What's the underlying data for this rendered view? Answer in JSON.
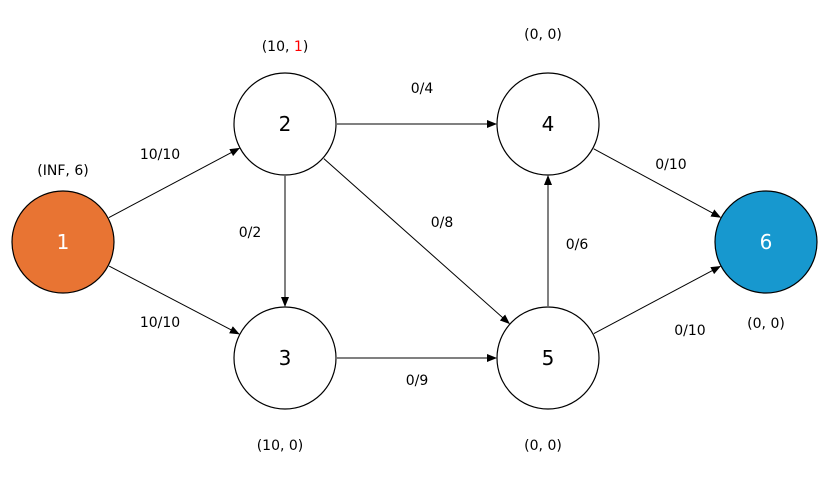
{
  "colors": {
    "source_fill": "#E87433",
    "sink_fill": "#1798CF",
    "default_fill": "#FFFFFF",
    "highlight_text": "#FF0000",
    "line": "#000000"
  },
  "nodes": [
    {
      "id": "1",
      "label": "1",
      "role": "source",
      "tag_parts": [
        "(INF, 6)"
      ]
    },
    {
      "id": "2",
      "label": "2",
      "role": "normal",
      "tag_parts": [
        "(10, ",
        "1",
        ")"
      ],
      "highlight_index": 1
    },
    {
      "id": "3",
      "label": "3",
      "role": "normal",
      "tag_parts": [
        "(10, 0)"
      ]
    },
    {
      "id": "4",
      "label": "4",
      "role": "normal",
      "tag_parts": [
        "(0, 0)"
      ]
    },
    {
      "id": "5",
      "label": "5",
      "role": "normal",
      "tag_parts": [
        "(0, 0)"
      ]
    },
    {
      "id": "6",
      "label": "6",
      "role": "sink",
      "tag_parts": [
        "(0, 0)"
      ]
    }
  ],
  "edges": [
    {
      "from": "1",
      "to": "2",
      "label": "10/10"
    },
    {
      "from": "1",
      "to": "3",
      "label": "10/10"
    },
    {
      "from": "2",
      "to": "3",
      "label": "0/2"
    },
    {
      "from": "2",
      "to": "4",
      "label": "0/4"
    },
    {
      "from": "2",
      "to": "5",
      "label": "0/8"
    },
    {
      "from": "3",
      "to": "5",
      "label": "0/9"
    },
    {
      "from": "5",
      "to": "4",
      "label": "0/6"
    },
    {
      "from": "4",
      "to": "6",
      "label": "0/10"
    },
    {
      "from": "5",
      "to": "6",
      "label": "0/10"
    }
  ]
}
